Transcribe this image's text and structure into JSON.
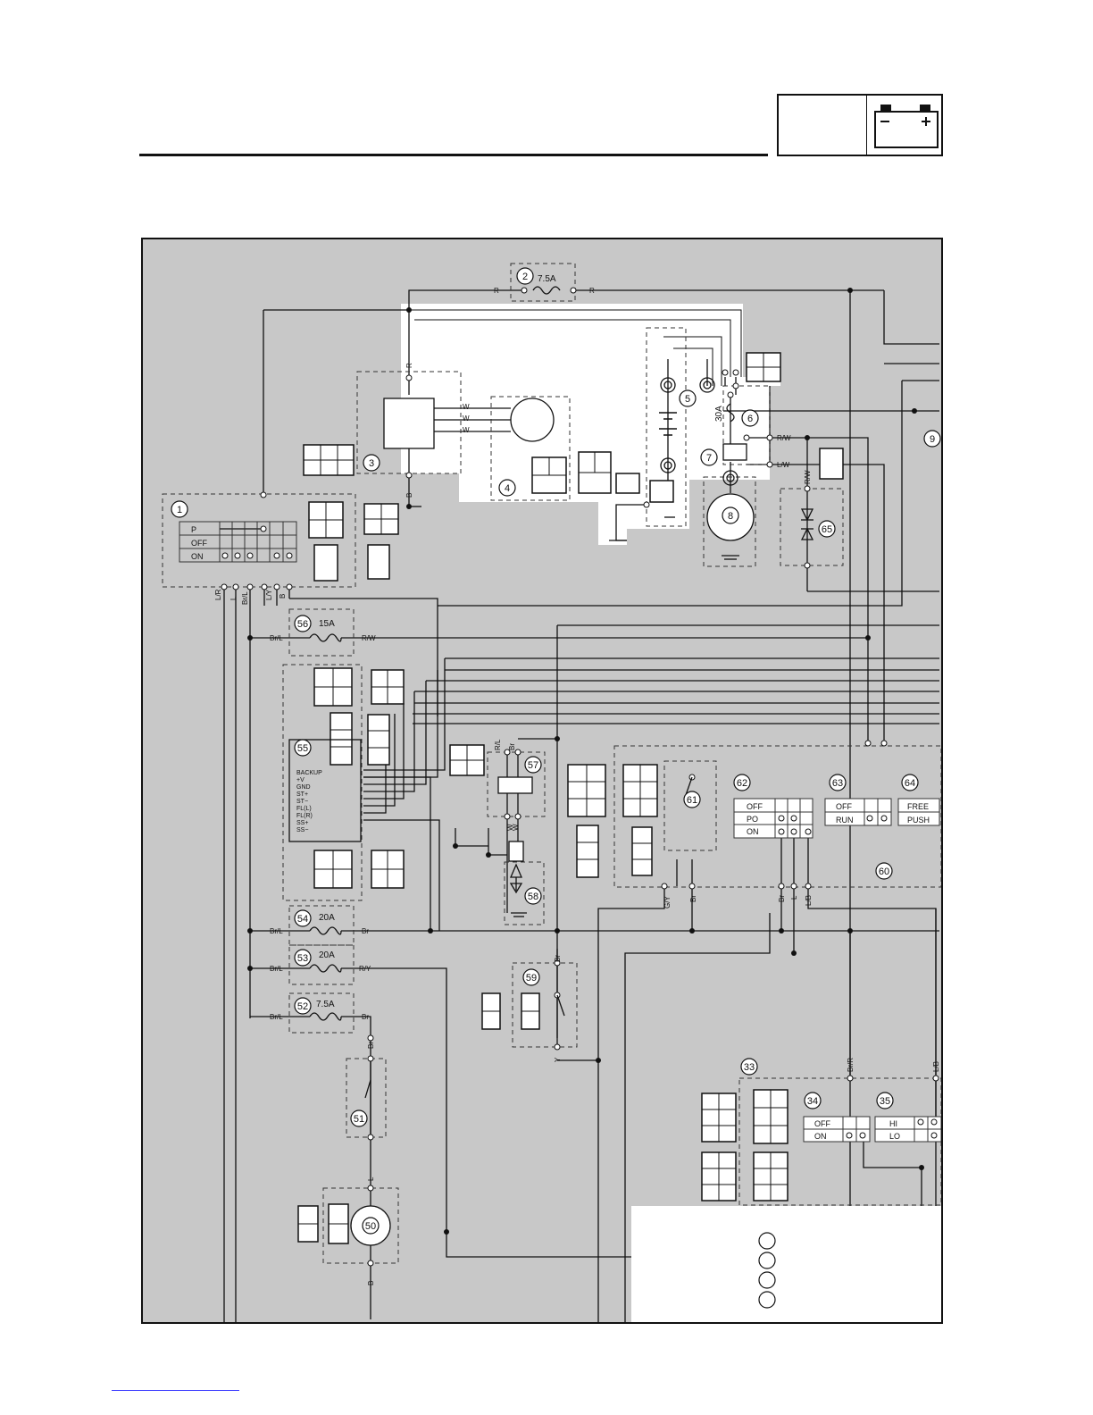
{
  "diagram": {
    "component_numbers": [
      "1",
      "2",
      "3",
      "4",
      "5",
      "6",
      "7",
      "8",
      "9",
      "33",
      "34",
      "35",
      "50",
      "51",
      "52",
      "53",
      "54",
      "55",
      "56",
      "57",
      "58",
      "59",
      "60",
      "61",
      "62",
      "63",
      "64",
      "65"
    ],
    "fuses": [
      {
        "num": "2",
        "rating": "7.5A"
      },
      {
        "num": "56",
        "rating": "15A"
      },
      {
        "num": "54",
        "rating": "20A"
      },
      {
        "num": "53",
        "rating": "20A"
      },
      {
        "num": "52",
        "rating": "7.5A"
      },
      {
        "num": "6",
        "rating": "30A"
      }
    ],
    "main_switch": {
      "positions": [
        "P",
        "OFF",
        "ON"
      ]
    },
    "switch_62": {
      "positions": [
        "OFF",
        "PO",
        "ON"
      ]
    },
    "switch_63": {
      "positions": [
        "OFF",
        "RUN"
      ]
    },
    "switch_64": {
      "positions": [
        "FREE",
        "PUSH"
      ]
    },
    "switch_34": {
      "positions": [
        "OFF",
        "ON"
      ]
    },
    "switch_35": {
      "positions": [
        "HI",
        "LO"
      ]
    },
    "unit_55_terminals": [
      "BACKUP",
      "+V",
      "GND",
      "ST+",
      "ST−",
      "FL(L)",
      "FL(R)",
      "SS+",
      "SS−"
    ],
    "wire_colors": [
      "R",
      "B",
      "W",
      "L/R",
      "L",
      "Br/L",
      "L/Y",
      "R/W",
      "L/W",
      "Br",
      "R/Y",
      "G/Y",
      "L/B",
      "Br/R",
      "Y",
      "R/L"
    ]
  }
}
